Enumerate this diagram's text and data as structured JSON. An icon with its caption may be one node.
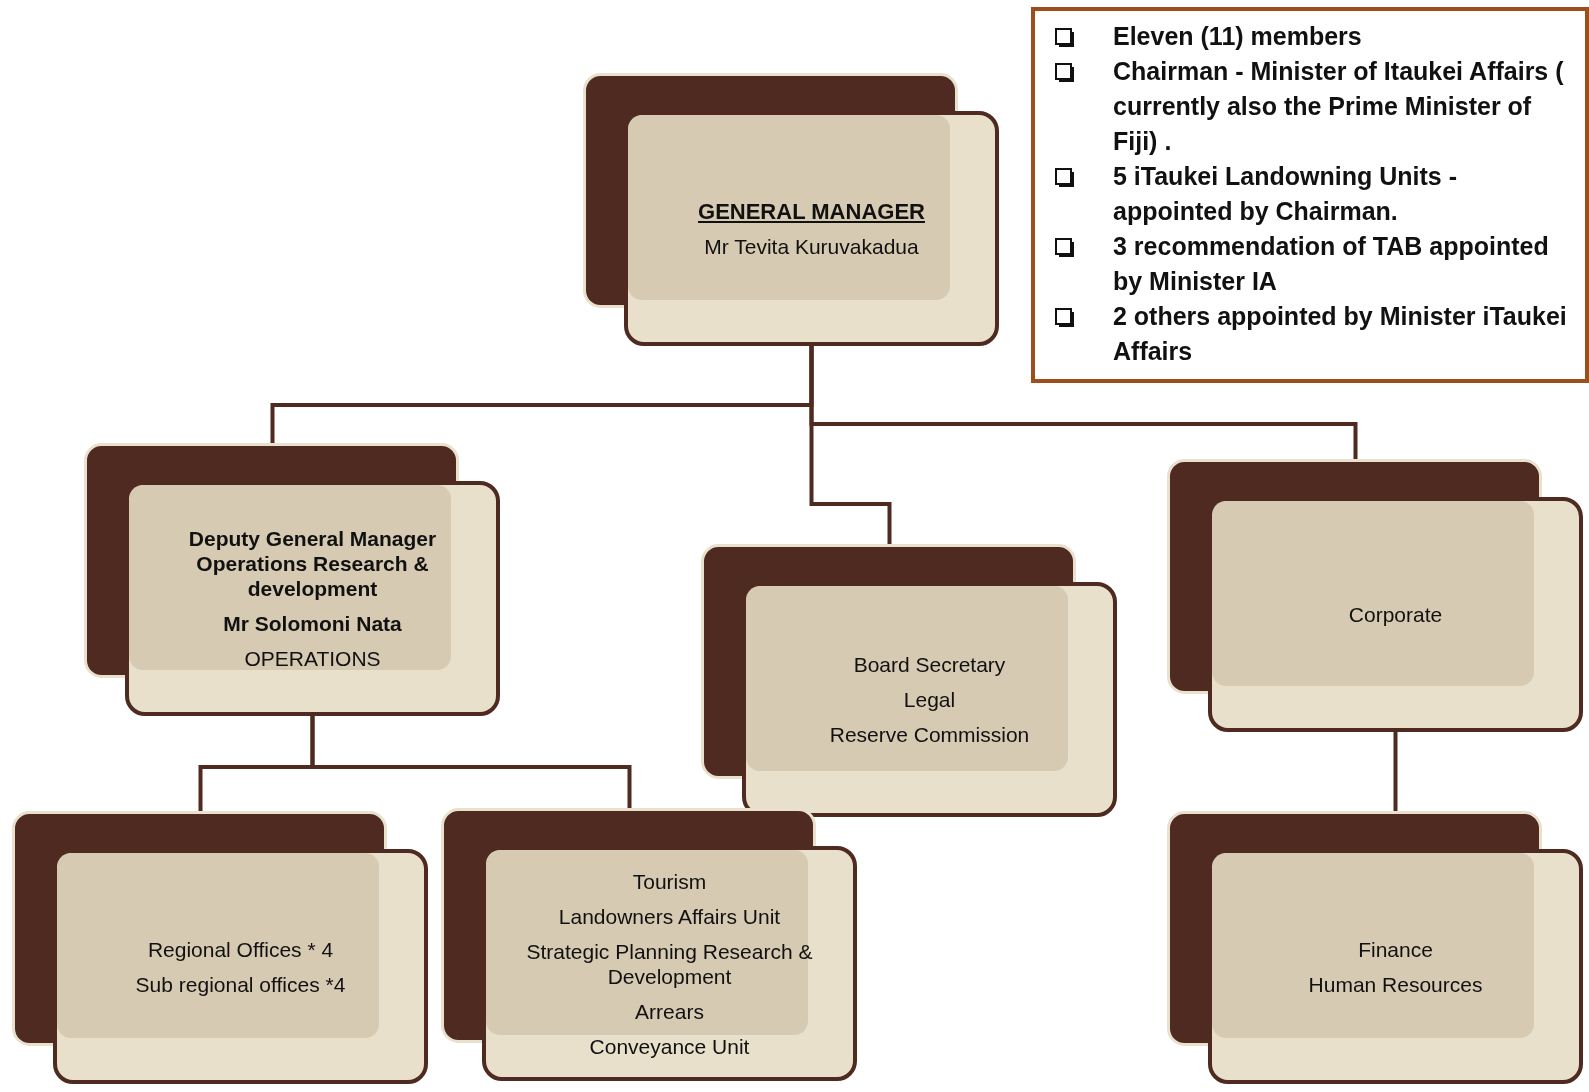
{
  "diagram": {
    "nodes": [
      {
        "text": [
          "GENERAL MANAGER",
          "Mr Tevita Kuruvakadua"
        ]
      },
      {
        "text": [
          "Deputy General Manager Operations Research & development",
          "Mr Solomoni Nata",
          "OPERATIONS"
        ]
      },
      {
        "text": [
          "Board Secretary",
          "Legal",
          "Reserve Commission"
        ]
      },
      {
        "text": [
          "Corporate"
        ]
      },
      {
        "text": [
          "Regional Offices * 4",
          "Sub regional offices *4"
        ]
      },
      {
        "text": [
          "Tourism",
          "Landowners Affairs Unit",
          "Strategic Planning Research & Development",
          "Arrears",
          "Conveyance Unit"
        ]
      },
      {
        "text": [
          "Finance",
          "Human Resources"
        ]
      },
      {
        "text": [
          "Eleven (11) members",
          "Chairman - Minister of Itaukei Affairs ( currently also the Prime Minister of Fiji) .",
          "5 iTaukei Landowning Units - appointed by Chairman.",
          "3 recommendation of TAB appointed by Minister IA",
          "2 others appointed by Minister iTaukei Affairs"
        ]
      }
    ],
    "edges": [
      {
        "from": 0,
        "to": 1,
        "arrow": "none"
      },
      {
        "from": 0,
        "to": 2,
        "arrow": "none"
      },
      {
        "from": 0,
        "to": 3,
        "arrow": "none"
      },
      {
        "from": 1,
        "to": 4,
        "arrow": "none"
      },
      {
        "from": 1,
        "to": 5,
        "arrow": "none"
      },
      {
        "from": 3,
        "to": 6,
        "arrow": "none"
      }
    ]
  }
}
